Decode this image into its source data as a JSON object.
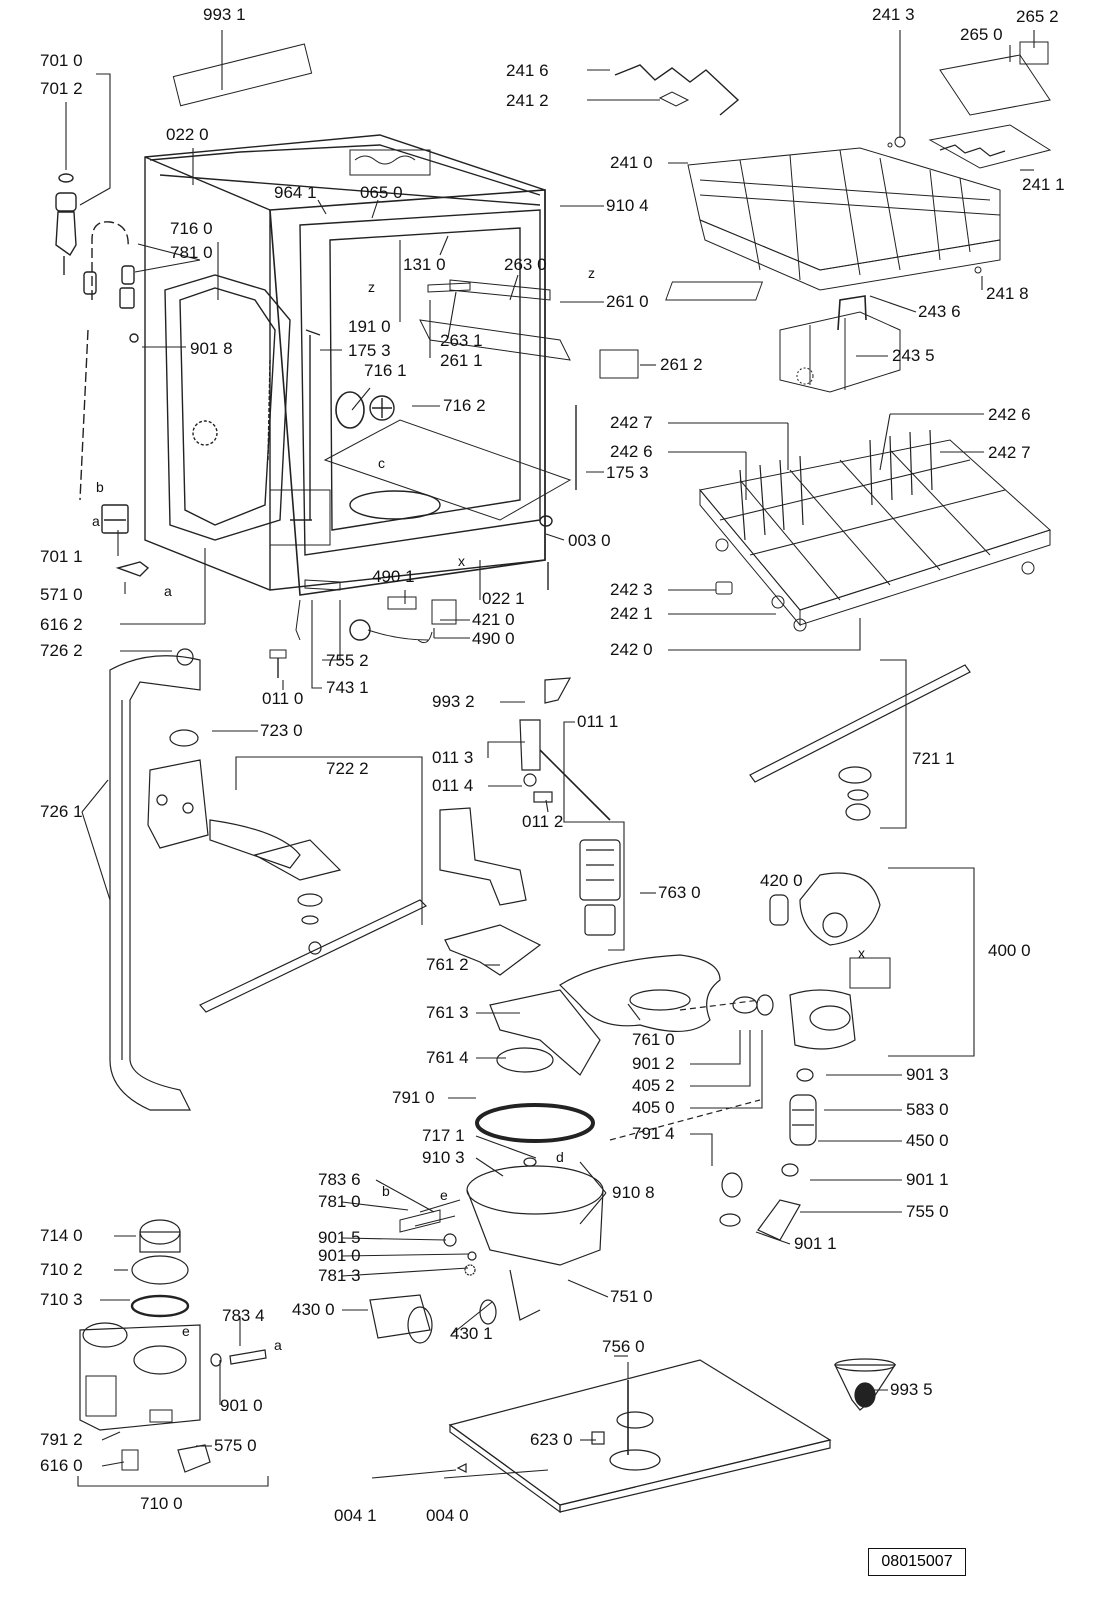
{
  "drawing_ref": "08015007",
  "callout_labels": {
    "p_9931": "993 1",
    "p_7010": "701 0",
    "p_7012": "701 2",
    "p_0220": "022 0",
    "p_9641": "964 1",
    "p_0650": "065 0",
    "p_9104": "910 4",
    "p_7160": "716 0",
    "p_7810": "781 0",
    "p_1310": "131 0",
    "p_2630": "263 0",
    "p_2610": "261 0",
    "p_1910": "191 0",
    "p_2631": "263 1",
    "p_2611": "261 1",
    "p_9018": "901 8",
    "p_1753a": "175 3",
    "p_2612": "261 2",
    "p_7161": "716 1",
    "p_7162": "716 2",
    "p_1753b": "175 3",
    "p_0030": "003 0",
    "p_7011": "701 1",
    "p_5710": "571 0",
    "p_4901": "490 1",
    "p_0221": "022 1",
    "p_4210": "421 0",
    "p_4900": "490 0",
    "p_6162": "616 2",
    "p_7262": "726 2",
    "p_7552": "755 2",
    "p_0110": "011 0",
    "p_7431": "743 1",
    "p_2416": "241 6",
    "p_2412": "241 2",
    "p_2413": "241 3",
    "p_2652": "265 2",
    "p_2650": "265 0",
    "p_2410": "241 0",
    "p_2411": "241 1",
    "p_2418": "241 8",
    "p_2436": "243 6",
    "p_2435": "243 5",
    "p_2427a": "242 7",
    "p_2426a": "242 6",
    "p_2426b": "242 6",
    "p_2427b": "242 7",
    "p_2423": "242 3",
    "p_2421": "242 1",
    "p_2420": "242 0",
    "p_9932": "993 2",
    "p_0111": "011 1",
    "p_0113": "011 3",
    "p_0114": "011 4",
    "p_0112": "011 2",
    "p_7230": "723 0",
    "p_7222": "722 2",
    "p_7261": "726 1",
    "p_7211": "721 1",
    "p_7630": "763 0",
    "p_4200": "420 0",
    "p_4000": "400 0",
    "p_7612": "761 2",
    "p_7613": "761 3",
    "p_7614": "761 4",
    "p_7610": "761 0",
    "p_9012": "901 2",
    "p_4052": "405 2",
    "p_4050": "405 0",
    "p_7910": "791 0",
    "p_9013": "901 3",
    "p_5830": "583 0",
    "p_4500": "450 0",
    "p_7914": "791 4",
    "p_7171": "717 1",
    "p_9103": "910 3",
    "p_7836": "783 6",
    "p_9108": "910 8",
    "p_9011": "901 1",
    "p_7810b": "781 0",
    "p_7550": "755 0",
    "p_7140": "714 0",
    "p_9015": "901 5",
    "p_9010": "901 0",
    "p_9011b": "901 1",
    "p_7102": "710 2",
    "p_7813": "781 3",
    "p_7510": "751 0",
    "p_7103": "710 3",
    "p_7834": "783 4",
    "p_4300": "430 0",
    "p_4301": "430 1",
    "p_9010b": "901 0",
    "p_7560": "756 0",
    "p_9935": "993 5",
    "p_6230": "623 0",
    "p_7912": "791 2",
    "p_5750": "575 0",
    "p_6160": "616 0",
    "p_7100": "710 0",
    "p_0041": "004 1",
    "p_0040": "004 0"
  },
  "hose_letters": {
    "a1": "a",
    "a2": "a",
    "a3": "a",
    "b1": "b",
    "b2": "b",
    "c1": "c",
    "d1": "d",
    "e1": "e",
    "e2": "e",
    "x1": "x",
    "x2": "x",
    "z1": "z",
    "z2": "z"
  }
}
